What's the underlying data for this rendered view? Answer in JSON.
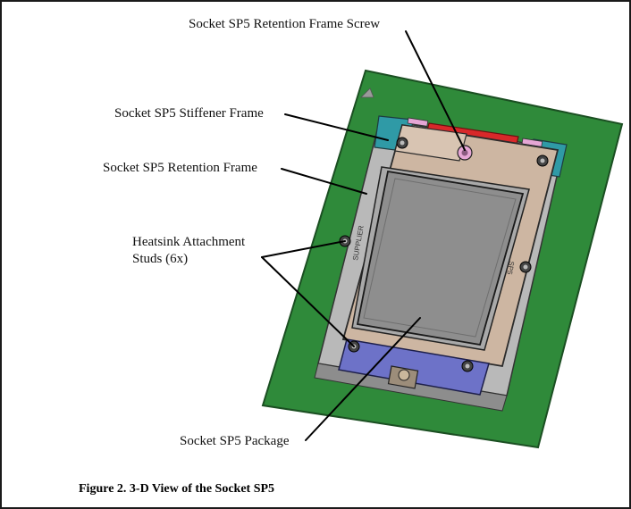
{
  "labels": {
    "retention_frame_screw": "Socket SP5 Retention Frame Screw",
    "stiffener_frame": "Socket SP5 Stiffener Frame",
    "retention_frame": "Socket SP5 Retention Frame",
    "studs_line1": "Heatsink Attachment",
    "studs_line2": "Studs (6x)",
    "package": "Socket SP5 Package"
  },
  "part_marks": {
    "supplier": "SUPPLIER",
    "sp5": "SP5"
  },
  "caption": "Figure 2.  3-D View of the Socket SP5",
  "colors": {
    "board": "#2f8a3a",
    "board_edge": "#1b4f22",
    "retention_frame": "#cdb6a2",
    "package": "#8e8e8e",
    "stiffener_teal": "#2f9aa6",
    "stiffener_blue": "#6d72c8",
    "screw_bar": "#d8282a"
  }
}
